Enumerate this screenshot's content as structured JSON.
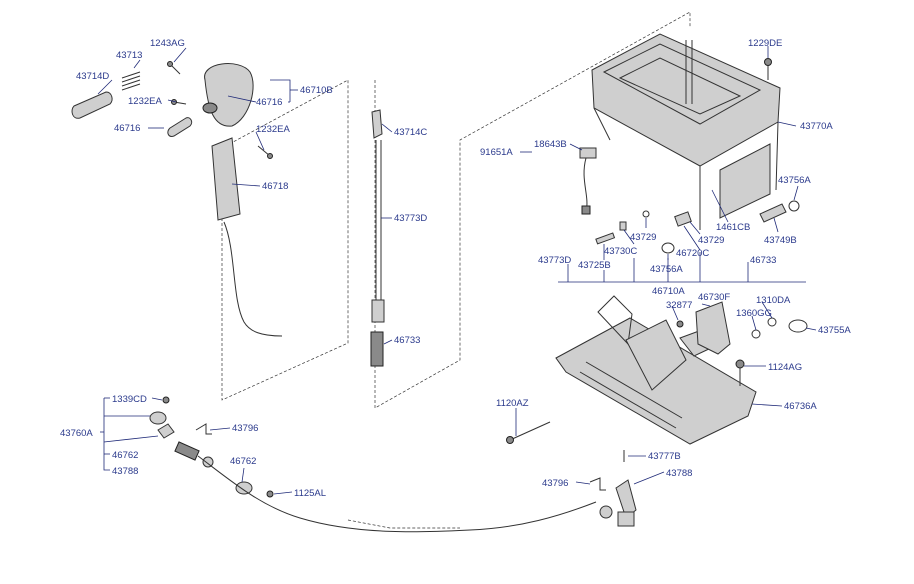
{
  "diagram": {
    "labels": [
      {
        "id": "l-43714d",
        "text": "43714D"
      },
      {
        "id": "l-43713",
        "text": "43713"
      },
      {
        "id": "l-1243ag",
        "text": "1243AG"
      },
      {
        "id": "l-1232ea-1",
        "text": "1232EA"
      },
      {
        "id": "l-46716-1",
        "text": "46716"
      },
      {
        "id": "l-46716-2",
        "text": "46716"
      },
      {
        "id": "l-46710b",
        "text": "46710B"
      },
      {
        "id": "l-1232ea-2",
        "text": "1232EA"
      },
      {
        "id": "l-46718",
        "text": "46718"
      },
      {
        "id": "l-43714c",
        "text": "43714C"
      },
      {
        "id": "l-43773d-1",
        "text": "43773D"
      },
      {
        "id": "l-46733-1",
        "text": "46733"
      },
      {
        "id": "l-1229de",
        "text": "1229DE"
      },
      {
        "id": "l-43770a",
        "text": "43770A"
      },
      {
        "id": "l-91651a",
        "text": "91651A"
      },
      {
        "id": "l-18643b",
        "text": "18643B"
      },
      {
        "id": "l-43756a-1",
        "text": "43756A"
      },
      {
        "id": "l-1461cb",
        "text": "1461CB"
      },
      {
        "id": "l-43749b",
        "text": "43749B"
      },
      {
        "id": "l-43729-1",
        "text": "43729"
      },
      {
        "id": "l-43729-2",
        "text": "43729"
      },
      {
        "id": "l-43730c",
        "text": "43730C"
      },
      {
        "id": "l-43773d-2",
        "text": "43773D"
      },
      {
        "id": "l-43725b",
        "text": "43725B"
      },
      {
        "id": "l-43756a-2",
        "text": "43756A"
      },
      {
        "id": "l-46720c",
        "text": "46720C"
      },
      {
        "id": "l-46733-2",
        "text": "46733"
      },
      {
        "id": "l-46710a",
        "text": "46710A"
      },
      {
        "id": "l-32877",
        "text": "32877"
      },
      {
        "id": "l-46730f",
        "text": "46730F"
      },
      {
        "id": "l-1310da",
        "text": "1310DA"
      },
      {
        "id": "l-1360gg",
        "text": "1360GG"
      },
      {
        "id": "l-43755a",
        "text": "43755A"
      },
      {
        "id": "l-1124ag",
        "text": "1124AG"
      },
      {
        "id": "l-1120az",
        "text": "1120AZ"
      },
      {
        "id": "l-46736a",
        "text": "46736A"
      },
      {
        "id": "l-1339cd",
        "text": "1339CD"
      },
      {
        "id": "l-43760a",
        "text": "43760A"
      },
      {
        "id": "l-43796-1",
        "text": "43796"
      },
      {
        "id": "l-46762-1",
        "text": "46762"
      },
      {
        "id": "l-43788-1",
        "text": "43788"
      },
      {
        "id": "l-46762-2",
        "text": "46762"
      },
      {
        "id": "l-1125al",
        "text": "1125AL"
      },
      {
        "id": "l-43777b",
        "text": "43777B"
      },
      {
        "id": "l-43796-2",
        "text": "43796"
      },
      {
        "id": "l-43788-2",
        "text": "43788"
      }
    ]
  }
}
